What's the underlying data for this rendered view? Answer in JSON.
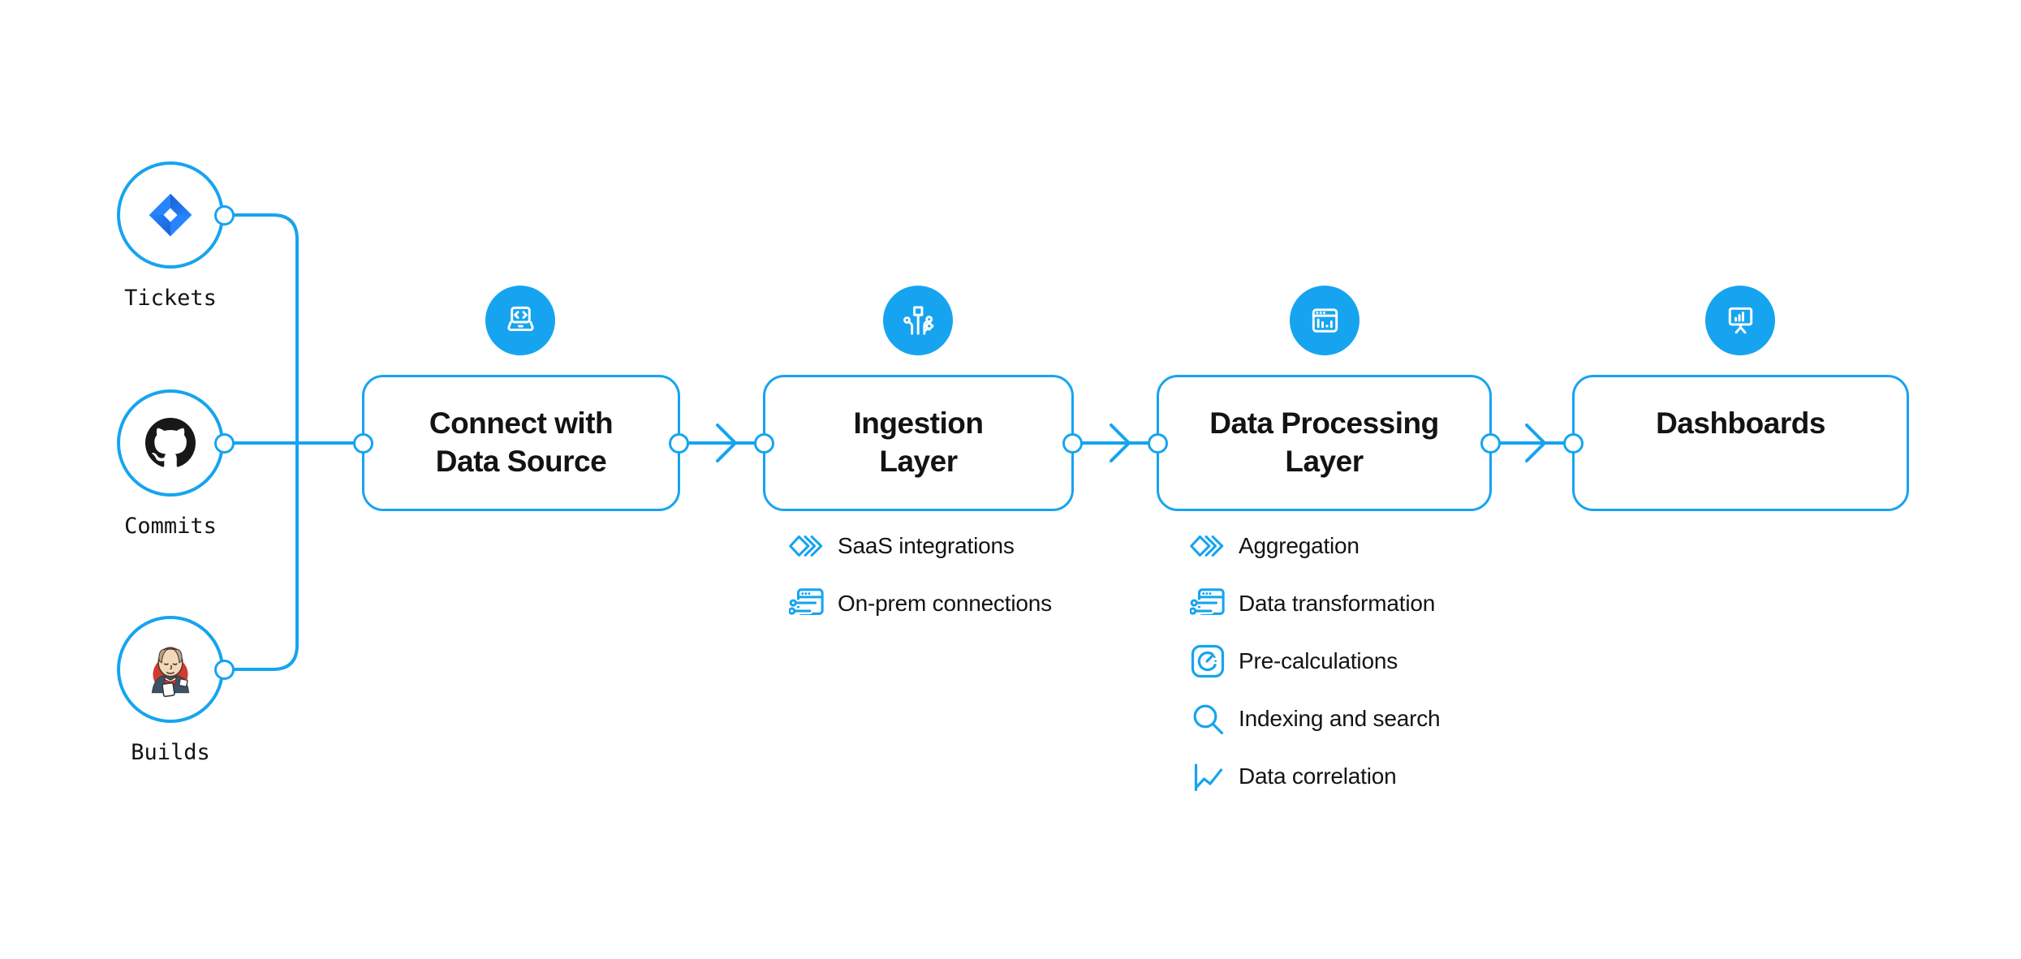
{
  "colors": {
    "accent": "#16a4f0",
    "text": "#131313",
    "github_black": "#191717",
    "jira_blue": "#2684ff",
    "jira_dark": "#1b5fd3",
    "jenkins_red": "#ce3b33",
    "jenkins_suit": "#3d5265"
  },
  "sources": [
    {
      "label": "Tickets",
      "icon": "jira-icon"
    },
    {
      "label": "Commits",
      "icon": "github-icon"
    },
    {
      "label": "Builds",
      "icon": "jenkins-icon"
    }
  ],
  "stages": [
    {
      "title": "Connect with Data Source",
      "title_lines": [
        "Connect with",
        "Data Source"
      ],
      "badge_icon": "laptop-code-icon",
      "items": []
    },
    {
      "title": "Ingestion Layer",
      "title_lines": [
        "Ingestion",
        "Layer"
      ],
      "badge_icon": "circuit-branch-icon",
      "items": [
        {
          "label": "SaaS integrations",
          "icon": "stacked-diamonds-icon"
        },
        {
          "label": "On-prem connections",
          "icon": "window-sliders-icon"
        }
      ]
    },
    {
      "title": "Data Processing Layer",
      "title_lines": [
        "Data Processing",
        "Layer"
      ],
      "badge_icon": "window-chart-icon",
      "items": [
        {
          "label": "Aggregation",
          "icon": "stacked-diamonds-icon"
        },
        {
          "label": "Data transformation",
          "icon": "window-sliders-icon"
        },
        {
          "label": "Pre-calculations",
          "icon": "gauge-icon"
        },
        {
          "label": "Indexing and search",
          "icon": "search-icon"
        },
        {
          "label": "Data correlation",
          "icon": "line-chart-icon"
        }
      ]
    },
    {
      "title": "Dashboards",
      "title_lines": [
        "Dashboards"
      ],
      "badge_icon": "presentation-chart-icon",
      "items": []
    }
  ]
}
